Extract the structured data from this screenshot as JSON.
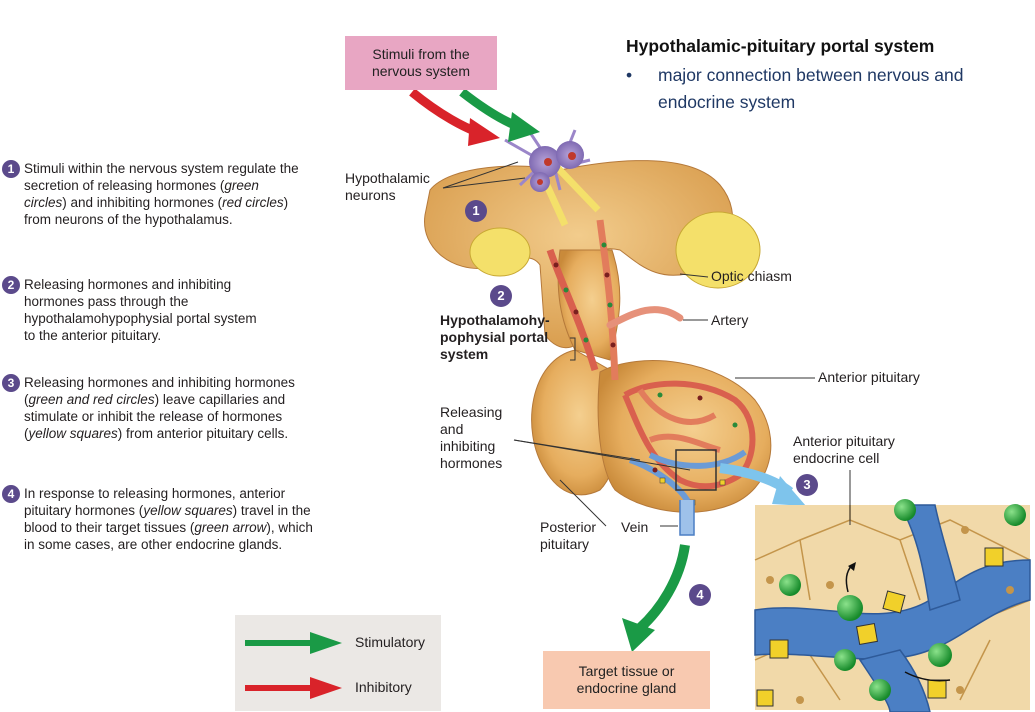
{
  "header": {
    "title": "Hypothalamic-pituitary portal system",
    "bullet": "major connection between nervous and endocrine system"
  },
  "steps": [
    {
      "num": "1",
      "parts": [
        "Stimuli within the nervous system regulate the secretion of releasing hormones (",
        "green circles",
        ") and inhibiting hormones (",
        "red circles",
        ") from neurons of the hypothalamus."
      ]
    },
    {
      "num": "2",
      "parts": [
        "Releasing hormones and inhibiting hormones pass through the hypothalamohypophysial portal system to the anterior pituitary."
      ]
    },
    {
      "num": "3",
      "parts": [
        "Releasing hormones and inhibiting hormones (",
        "green and red circles",
        ") leave capillaries and stimulate or inhibit the release of hormones (",
        "yellow squares",
        ") from anterior pituitary cells."
      ]
    },
    {
      "num": "4",
      "parts": [
        "In response to releasing hormones, anterior pituitary hormones (",
        "yellow squares",
        ") travel in the blood to their target tissues (",
        "green arrow",
        "), which in some cases, are other endocrine glands."
      ]
    }
  ],
  "labels": {
    "stimuli_box": "Stimuli from the nervous system",
    "hypothalamic_neurons": "Hypothalamic neurons",
    "optic_chiasm": "Optic chiasm",
    "portal_system": "Hypothalamohy- pophysial portal system",
    "artery": "Artery",
    "anterior_pituitary": "Anterior pituitary",
    "releasing": "Releasing and inhibiting hormones",
    "ap_cell": "Anterior pituitary endocrine cell",
    "posterior_pituitary": "Posterior pituitary",
    "vein": "Vein",
    "target_box": "Target tissue or endocrine gland"
  },
  "badges": [
    "1",
    "2",
    "3",
    "4"
  ],
  "legend": {
    "stimulatory": "Stimulatory",
    "inhibitory": "Inhibitory"
  },
  "colors": {
    "stimulatory": "#1a9a46",
    "inhibitory": "#d9232a",
    "badge": "#5b4a8b",
    "stimuli_box": "#e8a6c3",
    "target_box": "#f8c9b0",
    "vessel_blue": "#4b7fc4",
    "tissue": "#e9b56b"
  }
}
